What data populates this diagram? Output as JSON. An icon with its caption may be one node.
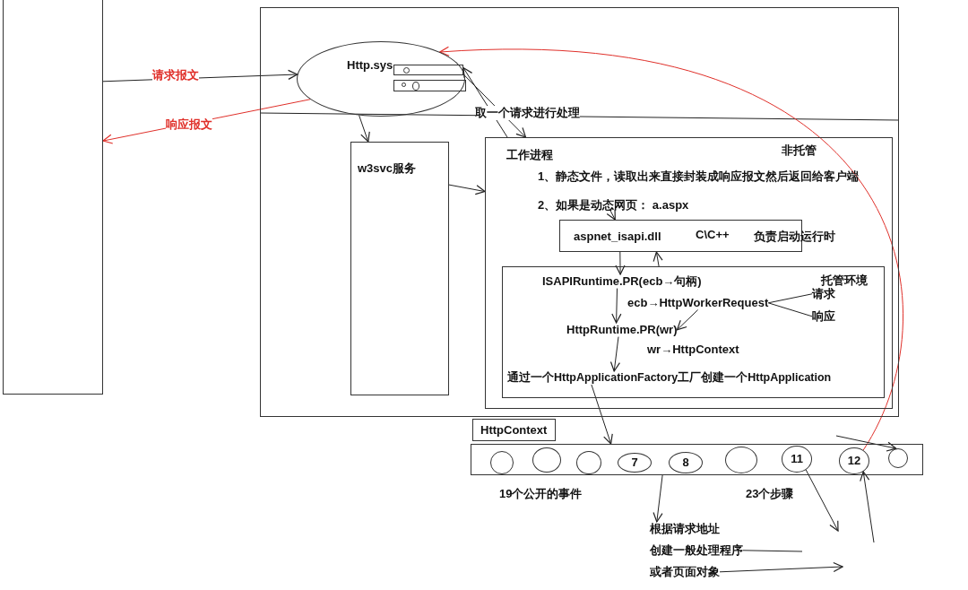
{
  "diagram": {
    "nodes": [
      {
        "text": [],
        "shape": "box"
      },
      {
        "text": [],
        "shape": "box"
      },
      {
        "text": [
          "Http.sys"
        ],
        "in": 1
      },
      {
        "text": [],
        "shape": "bar",
        "in": 2
      },
      {
        "text": [],
        "shape": "bar",
        "in": 2
      },
      {
        "text": [
          "w3svc服务"
        ],
        "in": 1
      },
      {
        "text": [
          "工作进程",
          "非托管",
          "1、静态文件，读取出来直接封装成响应报文然后返回给客户端",
          "2、如果是动态网页：  a.aspx"
        ],
        "in": 1
      },
      {
        "text": [
          "aspnet_isapi.dll",
          "C\\C++",
          "负责启动运行时"
        ],
        "in": 6
      },
      {
        "text": [
          "托管环境"
        ],
        "in": 6
      },
      {
        "text": [
          "ISAPIRuntime.PR(ecb→句柄)"
        ],
        "in": 8
      },
      {
        "text": [
          "ecb→HttpWorkerRequest"
        ],
        "in": 8
      },
      {
        "text": [
          "请求"
        ],
        "in": 8
      },
      {
        "text": [
          "响应"
        ],
        "in": 8
      },
      {
        "text": [
          "HttpRuntime.PR(wr)"
        ],
        "in": 8
      },
      {
        "text": [
          "通过一个HttpApplicationFactory工厂创建一个HttpApplication"
        ],
        "in": 8
      },
      {
        "text": [
          "HttpContext"
        ]
      },
      {
        "text": [],
        "shape": "bar"
      },
      {
        "text": [],
        "shape": "circle",
        "in": 16
      },
      {
        "text": [],
        "shape": "circle",
        "in": 16
      },
      {
        "text": [],
        "shape": "circle",
        "in": 16
      },
      {
        "text": [
          "7"
        ],
        "in": 16
      },
      {
        "text": [
          "8"
        ],
        "in": 16
      },
      {
        "text": [],
        "shape": "circle",
        "in": 16
      },
      {
        "text": [
          "11"
        ],
        "in": 16
      },
      {
        "text": [
          "12"
        ],
        "in": 16
      },
      {
        "text": [],
        "shape": "circle",
        "in": 16
      },
      {
        "text": [
          "根据请求地址"
        ]
      },
      {
        "text": [
          "创建一般处理程序"
        ]
      },
      {
        "text": [
          "或者页面对象"
        ]
      }
    ],
    "edges": [
      {
        "from": 0,
        "to": 2,
        "arrow": "to",
        "label": "请求报文"
      },
      {
        "from": 2,
        "to": 0,
        "arrow": "to",
        "label": "响应报文",
        "color": "#e0302a"
      },
      {
        "from": 2,
        "to": 5,
        "arrow": "to"
      },
      {
        "from": 5,
        "to": 6,
        "arrow": "to"
      },
      {
        "from": 6,
        "to": 3,
        "arrow": "to"
      },
      {
        "from": 3,
        "to": 6,
        "arrow": "to",
        "label": "取一个请求进行处理"
      },
      {
        "from": null,
        "to": 7,
        "arrow": "to"
      },
      {
        "from": 7,
        "to": 9,
        "arrow": "to"
      },
      {
        "from": 8,
        "to": 7,
        "arrow": "to"
      },
      {
        "from": 9,
        "to": 13,
        "arrow": "to"
      },
      {
        "from": 10,
        "to": 13,
        "arrow": "to"
      },
      {
        "from": 10,
        "to": 11,
        "arrow": "none"
      },
      {
        "from": 10,
        "to": 12,
        "arrow": "none"
      },
      {
        "from": 13,
        "to": 14,
        "arrow": "to"
      },
      {
        "from": 14,
        "to": 16,
        "arrow": "to"
      },
      {
        "from": 16,
        "to": 26,
        "arrow": "to"
      },
      {
        "from": 23,
        "to": null,
        "arrow": "to"
      },
      {
        "from": null,
        "to": 24,
        "arrow": "to"
      },
      {
        "from": 27,
        "to": null,
        "arrow": "none"
      },
      {
        "from": 28,
        "to": null,
        "arrow": "to"
      },
      {
        "from": 24,
        "to": 2,
        "arrow": "to",
        "color": "#e0302a"
      },
      {
        "from": null,
        "to": 25,
        "arrow": "to"
      }
    ],
    "labels": [
      "wr→HttpContext",
      "19个公开的事件",
      "23个步骤"
    ]
  }
}
